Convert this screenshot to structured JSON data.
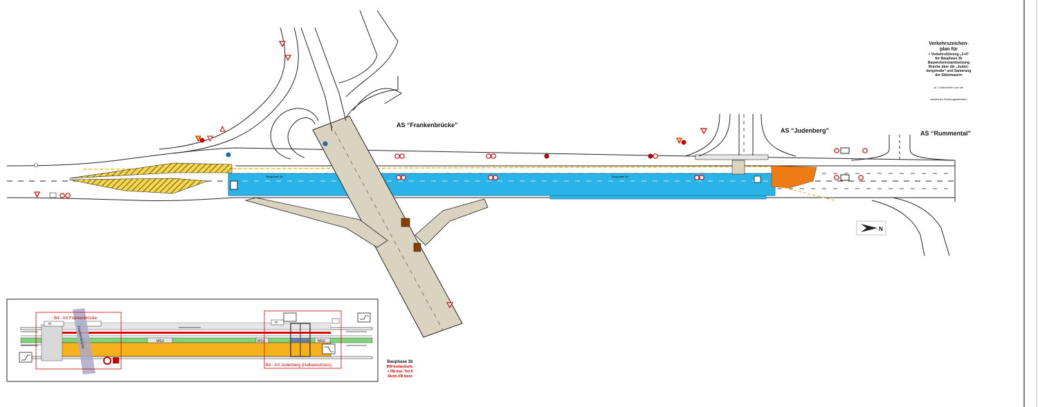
{
  "labels": {
    "as_frankenbruecke": "AS “Frankenbrücke”",
    "as_judenberg": "AS “Judenberg”",
    "as_rummental": "AS “Rummental”",
    "bauphase_left": "Bauphase 3b",
    "bauphase_right": "Bauphase 3b",
    "north": "N"
  },
  "title_block": {
    "line1": "Verkehrszeichen-",
    "line2": "plan für",
    "line3": "» Verkehrsführung „2+0“",
    "line4": "für Bauphase 3b",
    "line5": "Bauwerkeinstandsetzung",
    "line6": "Brücke über die „Juden-",
    "line7": "bergstraße“ und Sanierung",
    "line8": "der Stützmauern",
    "note1": "je 1 Fahrstreifen auf der",
    "note2": "westlichen Richtungsfahrbahn"
  },
  "inset": {
    "frankenbruecke_label": "B4 -  AS Frankenbrücke",
    "judenberg_label": "B4 -  AS Judenberg (Halbanschluss)",
    "bridge_label": "Frankenbrücke",
    "msu1": "MSU",
    "msu2": "MSU",
    "msu3": "MSU",
    "m1": "m",
    "m2": "m"
  },
  "phase_box": {
    "line1": "Bauphase 3b",
    "line2": "BW-Instandsetz.",
    "line3": "+ FB-Inst. Teil II",
    "line4": "Richt.-FB Nord"
  },
  "colors": {
    "work_zone": "#29b3e6",
    "bridge": "#d9d3bf",
    "hatch": "#f2c40f",
    "construction_orange": "#f07b14",
    "inset_green": "#7fd37a",
    "inset_yellow": "#f6b21b",
    "inset_red": "#e00000"
  }
}
